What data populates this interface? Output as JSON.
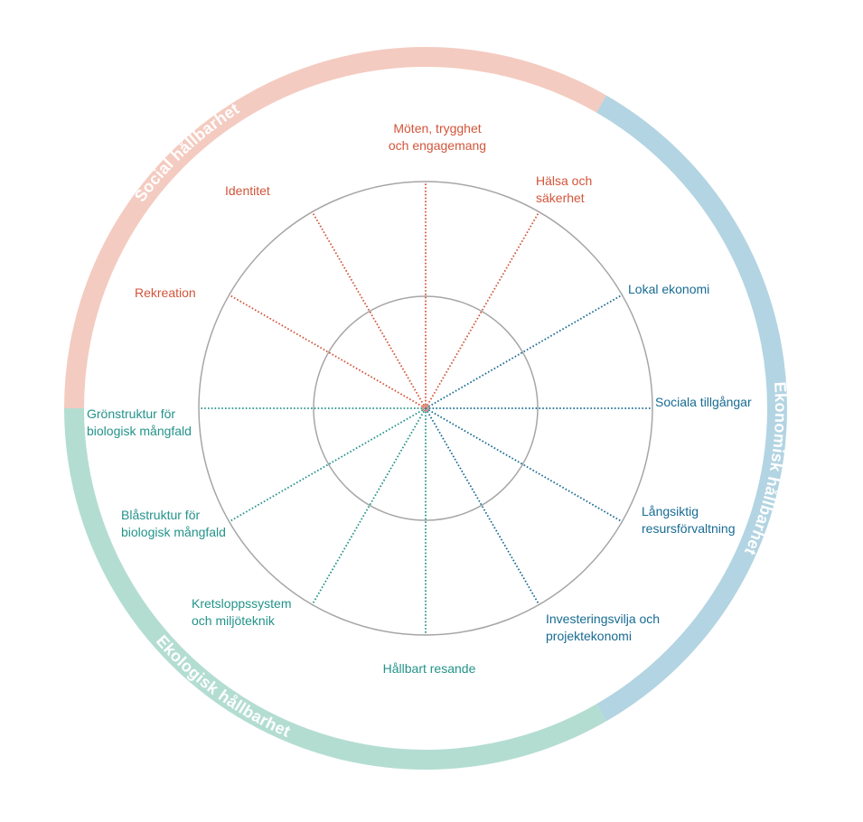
{
  "colors": {
    "social": "#d2553a",
    "economic": "#186b93",
    "ecological": "#23938a",
    "social_band": "#f4cbc0",
    "economic_band": "#b3d4e2",
    "ecological_band": "#b4ddd2",
    "ring": "#a6a6a6",
    "band_text": "#ffffff"
  },
  "bands": [
    {
      "key": "social",
      "label": "Social hållbarhet"
    },
    {
      "key": "economic",
      "label": "Ekonomisk hållbarhet"
    },
    {
      "key": "ecological",
      "label": "Ekologisk hållbarhet"
    }
  ],
  "spokes": [
    {
      "group": "social",
      "lines": [
        "Möten, trygghet",
        "och engagemang"
      ]
    },
    {
      "group": "social",
      "lines": [
        "Hälsa och",
        "säkerhet"
      ]
    },
    {
      "group": "economic",
      "lines": [
        "Lokal ekonomi"
      ]
    },
    {
      "group": "economic",
      "lines": [
        "Sociala tillgångar"
      ]
    },
    {
      "group": "economic",
      "lines": [
        "Långsiktig",
        "resursförvaltning"
      ]
    },
    {
      "group": "economic",
      "lines": [
        "Investeringsvilja och",
        "projektekonomi"
      ]
    },
    {
      "group": "ecological",
      "lines": [
        "Hållbart resande"
      ]
    },
    {
      "group": "ecological",
      "lines": [
        "Kretsloppssystem",
        "och miljöteknik"
      ]
    },
    {
      "group": "ecological",
      "lines": [
        "Blåstruktur för",
        "biologisk mångfald"
      ]
    },
    {
      "group": "ecological",
      "lines": [
        "Grönstruktur för",
        "biologisk mångfald"
      ]
    },
    {
      "group": "social",
      "lines": [
        "Rekreation"
      ]
    },
    {
      "group": "social",
      "lines": [
        "Identitet"
      ]
    }
  ]
}
